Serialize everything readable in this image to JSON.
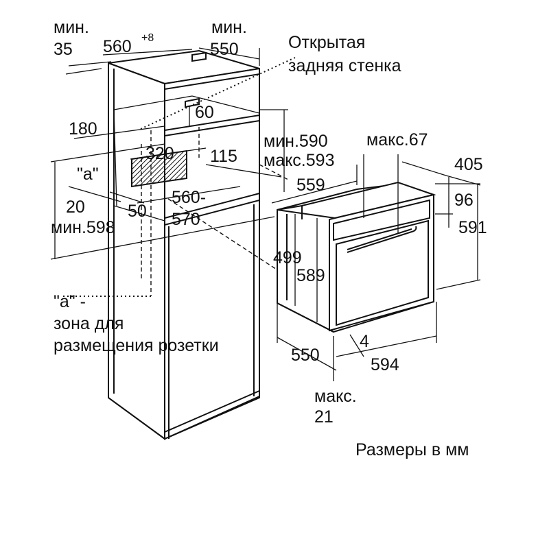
{
  "labels": {
    "min_35_a": "мин.",
    "min_35_b": "35",
    "w_560": "560",
    "w_560_sup": "+8",
    "min_550_a": "мин.",
    "min_550_b": "550",
    "open_back_a": "Открытая",
    "open_back_b": "задняя стенка",
    "d_60": "60",
    "d_180": "180",
    "d_320": "320",
    "d_115": "115",
    "zone_a": "\"a\"",
    "d_20": "20",
    "d_50": "50",
    "d_560_570_a": "560-",
    "d_560_570_b": "570",
    "min_598": "мин.598",
    "min_590": "мин.590",
    "max_593": "макс.593",
    "max_67": "макс.67",
    "d_405": "405",
    "d_559": "559",
    "d_96": "96",
    "d_591": "591",
    "d_499": "499",
    "d_589": "589",
    "d_550b": "550",
    "d_4": "4",
    "d_594": "594",
    "max_21_a": "макс.",
    "max_21_b": "21",
    "legend_a": "\"a\" -",
    "legend_b": "зона для",
    "legend_c": "размещения розетки",
    "units": "Размеры в мм"
  }
}
